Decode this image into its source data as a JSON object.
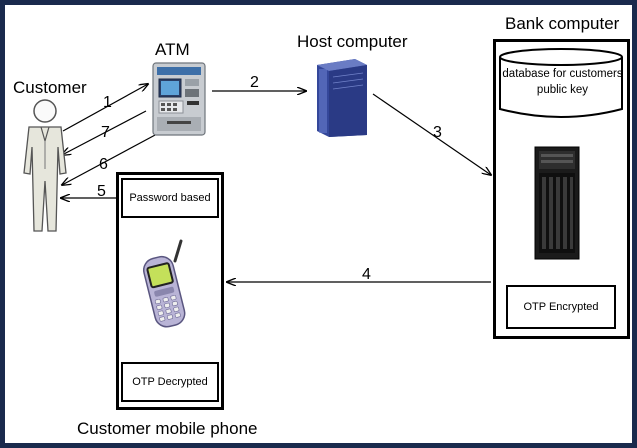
{
  "labels": {
    "atm": "ATM",
    "host": "Host computer",
    "bank": "Bank computer",
    "customer": "Customer",
    "mobile": "Customer mobile phone"
  },
  "boxes": {
    "password": "Password based",
    "otp_decrypted": "OTP Decrypted",
    "otp_encrypted": "OTP Encrypted",
    "database": "database for customers public key"
  },
  "steps": [
    "1",
    "2",
    "3",
    "4",
    "5",
    "6",
    "7"
  ],
  "colors": {
    "frame": "#1a2a4d",
    "stroke": "#000000"
  },
  "icons": [
    "customer-icon",
    "atm-icon",
    "host-server-icon",
    "bank-server-icon",
    "mobile-phone-icon",
    "database-icon"
  ]
}
